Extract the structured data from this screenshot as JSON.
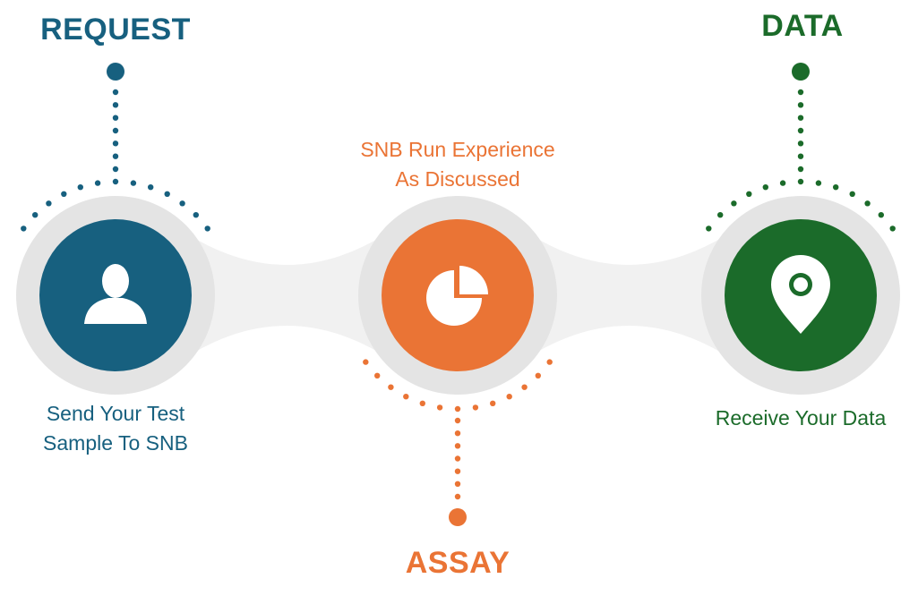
{
  "colors": {
    "request": "#17607f",
    "assay": "#ea7435",
    "data": "#1b6b2a",
    "ring": "#e4e4e4",
    "connector": "#f1f1f1"
  },
  "steps": [
    {
      "key": "request",
      "title": "REQUEST",
      "description": [
        "Send Your Test",
        "Sample To SNB"
      ],
      "icon": "user-icon"
    },
    {
      "key": "assay",
      "title": "ASSAY",
      "description": [
        "SNB Run Experience",
        "As Discussed"
      ],
      "icon": "pie-chart-icon"
    },
    {
      "key": "data",
      "title": "DATA",
      "description": [
        "Receive Your Data"
      ],
      "icon": "location-pin-icon"
    }
  ]
}
